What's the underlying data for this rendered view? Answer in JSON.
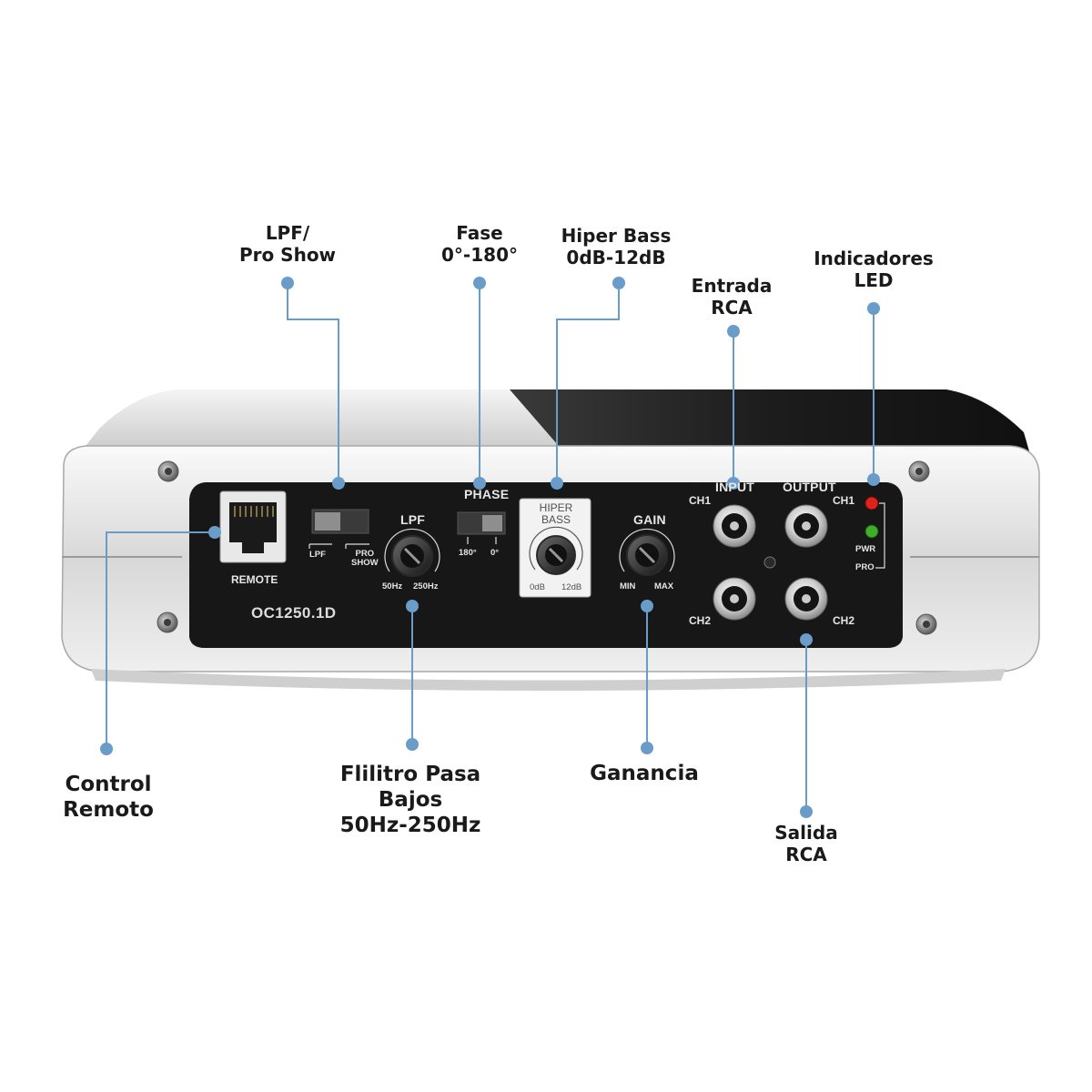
{
  "callouts": {
    "lpf_pro_show": [
      "LPF/",
      "Pro Show"
    ],
    "fase": [
      "Fase",
      "0°-180°"
    ],
    "hiper_bass": [
      "Hiper Bass",
      "0dB-12dB"
    ],
    "entrada_rca": [
      "Entrada",
      "RCA"
    ],
    "indicadores_led": [
      "Indicadores",
      "LED"
    ],
    "control_remoto": [
      "Control",
      "Remoto"
    ],
    "filtro_pasa_bajos": [
      "Flilitro Pasa",
      "Bajos",
      "50Hz-250Hz"
    ],
    "ganancia": [
      "Ganancia"
    ],
    "salida_rca": [
      "Salida",
      "RCA"
    ]
  },
  "panel": {
    "remote": "REMOTE",
    "model": "OC1250.1D",
    "lpf_switch_left": "LPF",
    "lpf_switch_right": [
      "PRO",
      "SHOW"
    ],
    "lpf_knob_title": "LPF",
    "lpf_knob_min": "50Hz",
    "lpf_knob_max": "250Hz",
    "phase_title": "PHASE",
    "phase_left": "180°",
    "phase_right": "0°",
    "hiper_bass_title": [
      "HIPER",
      "BASS"
    ],
    "hiper_bass_min": "0dB",
    "hiper_bass_max": "12dB",
    "gain_title": "GAIN",
    "gain_min": "MIN",
    "gain_max": "MAX",
    "input_title": "INPUT",
    "output_title": "OUTPUT",
    "ch1_left": "CH1",
    "ch2_left": "CH2",
    "ch1_right": "CH1",
    "ch2_right": "CH2",
    "pwr": "PWR",
    "pro": "PRO"
  },
  "colors": {
    "callout_line": "#6a9cc9",
    "callout_dot": "#6a9cc9",
    "panel": "#161616",
    "chassis": "#dcdcdc",
    "led_red": "#e0231a",
    "led_green": "#3fae2a"
  }
}
